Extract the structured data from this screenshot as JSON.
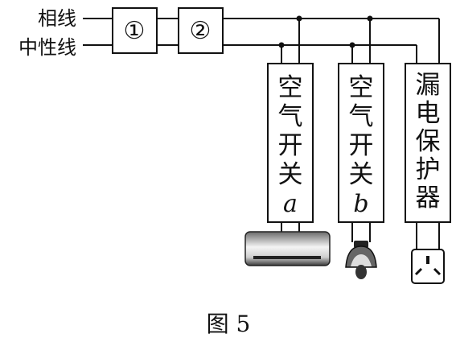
{
  "lines": {
    "phase_label": "相线",
    "neutral_label": "中性线"
  },
  "meters": {
    "first": "①",
    "second": "②"
  },
  "breaker_a": {
    "label_chars": [
      "空",
      "气",
      "开",
      "关"
    ],
    "id": "a"
  },
  "breaker_b": {
    "label_chars": [
      "空",
      "气",
      "开",
      "关"
    ],
    "id": "b"
  },
  "leakage_protector": {
    "label_chars": [
      "漏",
      "电",
      "保",
      "护",
      "器"
    ]
  },
  "caption": "图 5"
}
